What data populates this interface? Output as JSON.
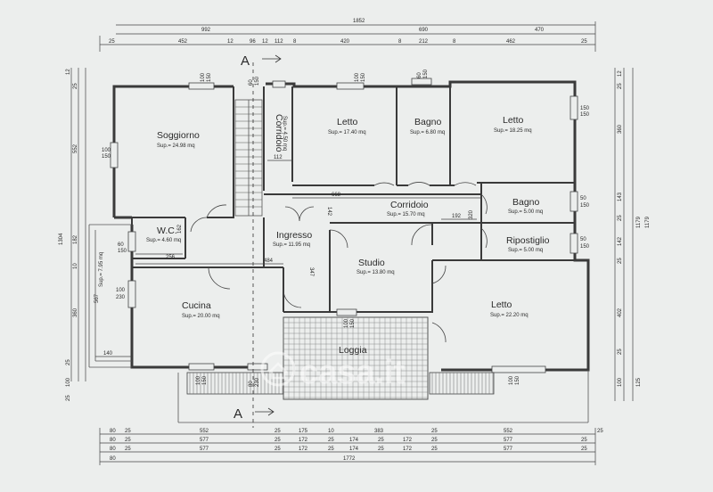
{
  "rooms": {
    "soggiorno": {
      "name": "Soggiorno",
      "sup": "Sup.= 24.98 mq"
    },
    "corridoio_v": {
      "name": "Corridoio",
      "sup": "Sup.= 4.50 mq"
    },
    "letto1": {
      "name": "Letto",
      "sup": "Sup.= 17.40 mq"
    },
    "bagno1": {
      "name": "Bagno",
      "sup": "Sup.= 6.80 mq"
    },
    "letto2": {
      "name": "Letto",
      "sup": "Sup.= 18.25 mq"
    },
    "corridoio_h": {
      "name": "Corridoio",
      "sup": "Sup.= 15.70 mq"
    },
    "bagno2": {
      "name": "Bagno",
      "sup": "Sup.= 5.00 mq"
    },
    "wc": {
      "name": "W.C.",
      "sup": "Sup.= 4.60 mq"
    },
    "ingresso": {
      "name": "Ingresso",
      "sup": "Sup.= 11.95 mq"
    },
    "ripostiglio": {
      "name": "Ripostiglio",
      "sup": "Sup.= 5.00 mq"
    },
    "studio": {
      "name": "Studio",
      "sup": "Sup.= 13.80 mq"
    },
    "cucina": {
      "name": "Cucina",
      "sup": "Sup.= 20.00 mq"
    },
    "letto3": {
      "name": "Letto",
      "sup": "Sup.= 22.20 mq"
    },
    "loggia": {
      "name": "Loggia"
    },
    "balcony": {
      "sup": "Sup.= 7.95 mq"
    }
  },
  "section": {
    "label": "A"
  },
  "dims_top": {
    "overall": "1852",
    "row2": [
      "992",
      "690",
      "470"
    ],
    "row3": [
      "25",
      "452",
      "12",
      "96",
      "12",
      "112",
      "8",
      "420",
      "8",
      "212",
      "8",
      "462",
      "25"
    ]
  },
  "dims_bottom": {
    "row1": [
      "80",
      "25",
      "552",
      "25",
      "175",
      "10",
      "383",
      "25",
      "552",
      "25"
    ],
    "row2": [
      "80",
      "25",
      "577",
      "25",
      "172",
      "25",
      "174",
      "25",
      "172",
      "25",
      "577",
      "25"
    ],
    "row3": [
      "80",
      "25",
      "577",
      "25",
      "172",
      "25",
      "174",
      "25",
      "172",
      "25",
      "577",
      "25"
    ],
    "overall": "1772"
  },
  "dims_left": [
    "12",
    "25",
    "552",
    "1304",
    "162",
    "182",
    "10",
    "567",
    "360",
    "25",
    "100",
    "25"
  ],
  "dims_right": [
    "12",
    "25",
    "360",
    "143",
    "25",
    "1179",
    "1179",
    "142",
    "25",
    "402",
    "25",
    "100",
    "125"
  ],
  "inner_dims": [
    "668",
    "112",
    "142",
    "192",
    "320",
    "256",
    "162",
    "484",
    "347",
    "140"
  ],
  "windows": [
    "100\n150",
    "100\n150",
    "50\n150"
  ],
  "window_labels": {
    "w_soggiorno_top": [
      "100",
      "150"
    ],
    "w_corr_top": [
      "60",
      "150"
    ],
    "w_letto1_top": [
      "100",
      "150"
    ],
    "w_bagno1_top": [
      "60",
      "150"
    ],
    "w_letto2_right": [
      "150",
      "150"
    ],
    "w_soggiorno_left": [
      "100",
      "150"
    ],
    "w_wc_left": [
      "60",
      "150"
    ],
    "w_cucina_left": [
      "100",
      "230"
    ],
    "w_bagno2_right": [
      "50",
      "150"
    ],
    "w_rip_right": [
      "50",
      "150"
    ],
    "w_studio": [
      "100",
      "150"
    ],
    "w_cucina_bottom": [
      "100",
      "150"
    ],
    "w_ingresso_bottom": [
      "80",
      "230"
    ],
    "w_letto3_bottom": [
      "100",
      "150"
    ]
  },
  "watermark": "casa.it"
}
